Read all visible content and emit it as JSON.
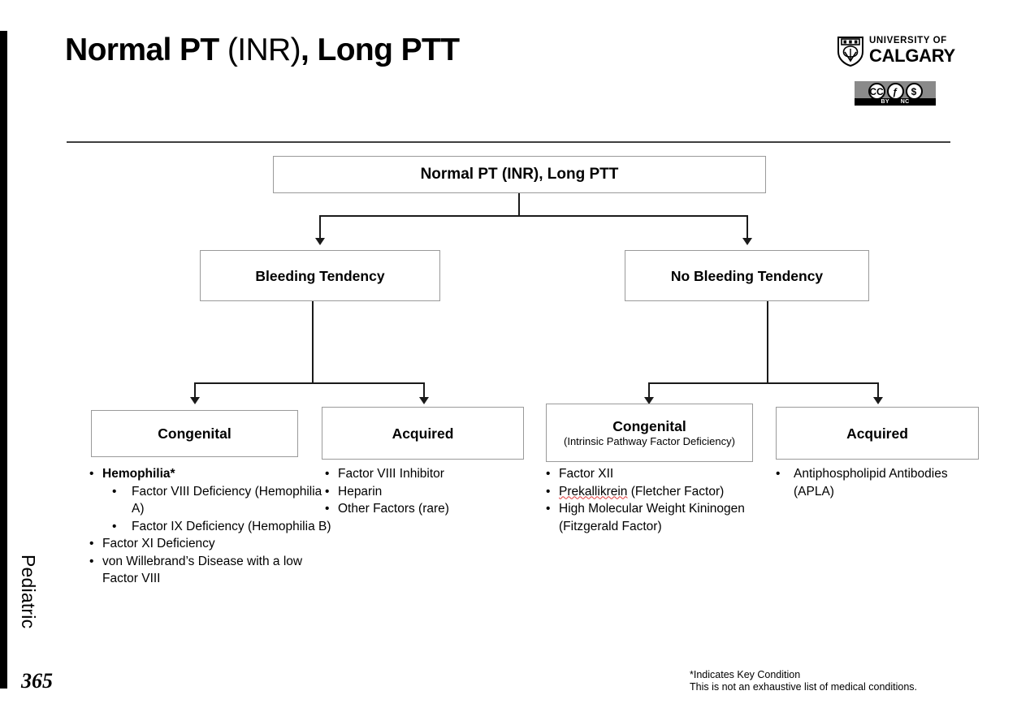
{
  "slide": {
    "title_bold_1": "Normal PT ",
    "title_regular": "(INR)",
    "title_bold_2": ", Long PTT",
    "side_label": "Pediatric",
    "page_number": "365"
  },
  "branding": {
    "university_line1": "UNIVERSITY OF",
    "university_line2": "CALGARY",
    "cc_mark": "CC",
    "cc_by_glyph": "ƒ",
    "cc_nc_glyph": "$",
    "cc_label_by": "BY",
    "cc_label_nc": "NC"
  },
  "diagram": {
    "root": {
      "title": "Normal PT (INR), Long PTT"
    },
    "level2": [
      {
        "title": "Bleeding Tendency"
      },
      {
        "title": "No Bleeding Tendency"
      }
    ],
    "level3": [
      {
        "title": "Congenital",
        "subtitle": ""
      },
      {
        "title": "Acquired",
        "subtitle": ""
      },
      {
        "title": "Congenital",
        "subtitle": "(Intrinsic Pathway Factor Deficiency)"
      },
      {
        "title": "Acquired",
        "subtitle": ""
      }
    ]
  },
  "lists": {
    "congenital_bleeding": [
      {
        "level": 1,
        "text": "Hemophilia*",
        "bold": true
      },
      {
        "level": 2,
        "text": "Factor VIII Deficiency (Hemophilia A)",
        "bold": false
      },
      {
        "level": 2,
        "text": "Factor IX Deficiency (Hemophilia B)",
        "bold": false
      },
      {
        "level": 1,
        "text": "Factor XI Deficiency",
        "bold": false
      },
      {
        "level": 1,
        "text": "von Willebrand’s Disease with a low Factor VIII",
        "bold": false
      }
    ],
    "acquired_bleeding": [
      {
        "level": 1,
        "text": "Factor VIII Inhibitor",
        "bold": false
      },
      {
        "level": 1,
        "text": "Heparin",
        "bold": false
      },
      {
        "level": 1,
        "text": "Other Factors (rare)",
        "bold": false
      }
    ],
    "congenital_nobleeding": [
      {
        "level": 1,
        "text": "Factor XII",
        "bold": false,
        "misspelled": ""
      },
      {
        "level": 1,
        "text": "Prekallikrein (Fletcher Factor)",
        "bold": false,
        "misspelled": "Prekallikrein"
      },
      {
        "level": 1,
        "text": "High Molecular Weight Kininogen (Fitzgerald Factor)",
        "bold": false,
        "misspelled": ""
      }
    ],
    "acquired_nobleeding": [
      {
        "level": 1,
        "text": "Antiphospholipid Antibodies (APLA)",
        "bold": false
      }
    ]
  },
  "footnotes": {
    "line1": "*Indicates Key Condition",
    "line2": "This is not an exhaustive list of medical conditions."
  }
}
